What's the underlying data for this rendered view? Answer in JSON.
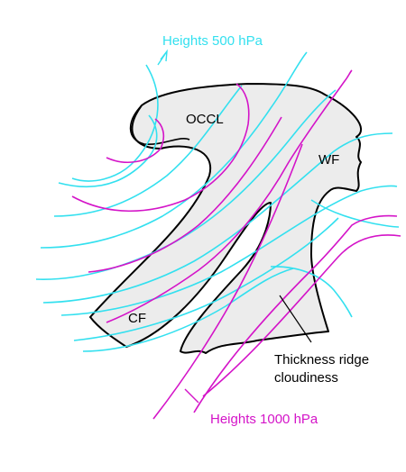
{
  "diagram": {
    "labels": {
      "heights_500": "Heights 500 hPa",
      "heights_1000": "Heights 1000 hPa",
      "occl": "OCCL",
      "wf": "WF",
      "cf": "CF",
      "thickness_line1": "Thickness ridge",
      "thickness_line2": "cloudiness"
    },
    "colors": {
      "heights_500": "#33e0ef",
      "heights_1000": "#d414c8",
      "cloud_fill": "#ececec",
      "outline": "#000000"
    }
  }
}
